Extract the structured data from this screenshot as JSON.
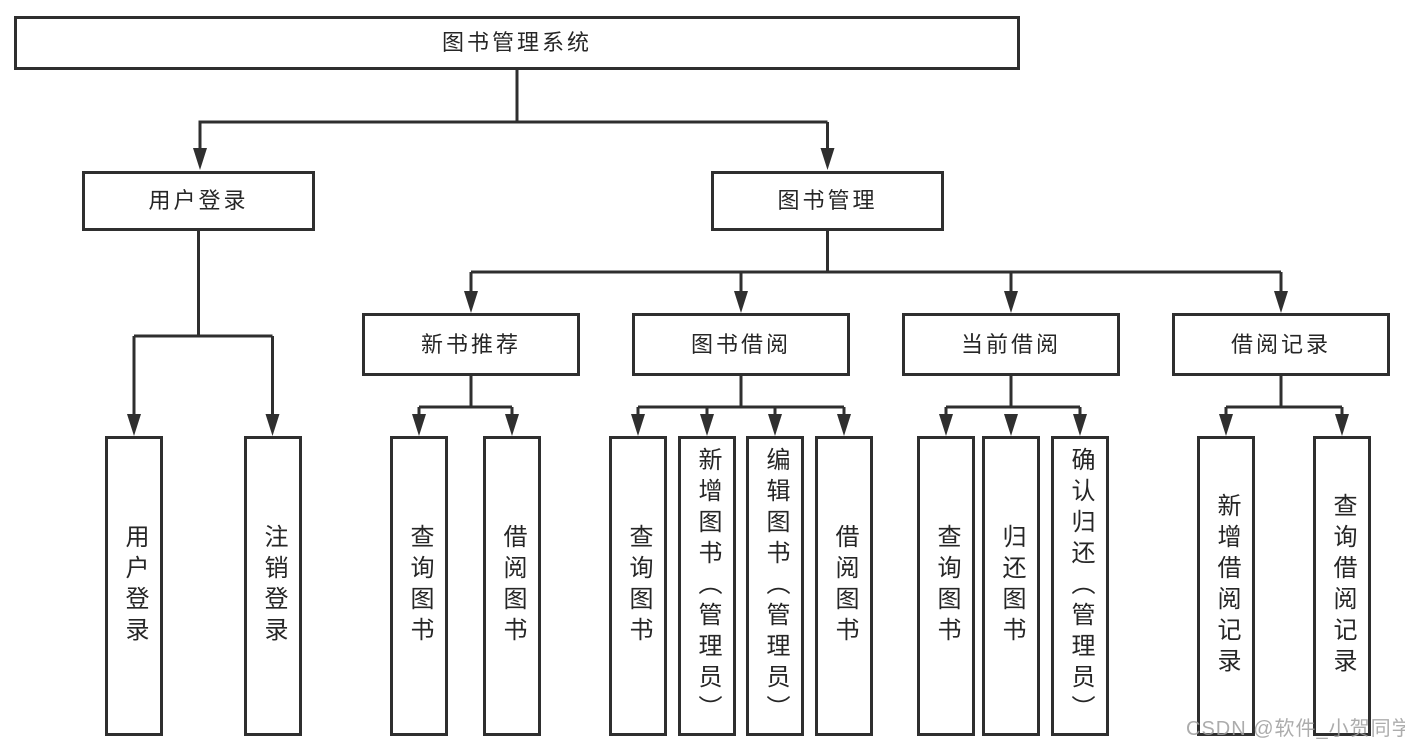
{
  "diagram": {
    "type": "hierarchy-tree",
    "root": {
      "label": "图书管理系统"
    },
    "branches": [
      {
        "label": "用户登录",
        "children": [
          {
            "label": "用户登录"
          },
          {
            "label": "注销登录"
          }
        ]
      },
      {
        "label": "图书管理",
        "children": [
          {
            "label": "新书推荐",
            "children": [
              {
                "label": "查询图书"
              },
              {
                "label": "借阅图书"
              }
            ]
          },
          {
            "label": "图书借阅",
            "children": [
              {
                "label": "查询图书"
              },
              {
                "label": "新增图书（管理员）"
              },
              {
                "label": "编辑图书（管理员）"
              },
              {
                "label": "借阅图书"
              }
            ]
          },
          {
            "label": "当前借阅",
            "children": [
              {
                "label": "查询图书"
              },
              {
                "label": "归还图书"
              },
              {
                "label": "确认归还（管理员）"
              }
            ]
          },
          {
            "label": "借阅记录",
            "children": [
              {
                "label": "新增借阅记录"
              },
              {
                "label": "查询借阅记录"
              }
            ]
          }
        ]
      }
    ],
    "watermark": "CSDN @软件_小贺同学",
    "colors": {
      "line": "#2f2f2f",
      "box_border": "#2f2f2f",
      "box_fill": "#ffffff",
      "text": "#262626",
      "watermark": "#9e9e9e"
    }
  }
}
